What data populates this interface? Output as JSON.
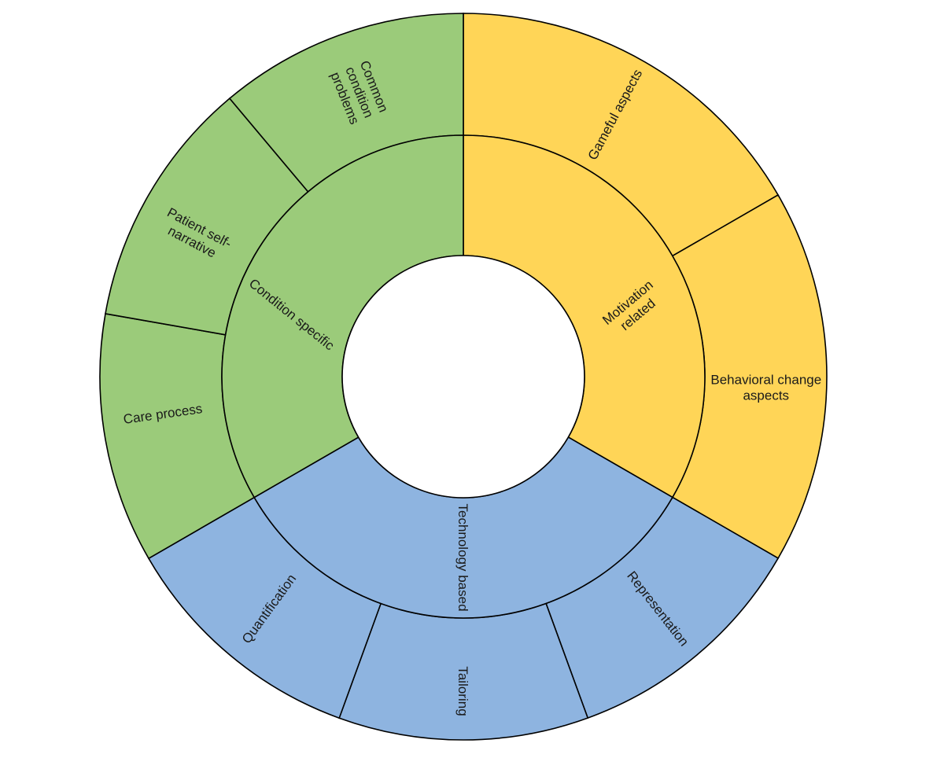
{
  "diagram": {
    "type": "sunburst",
    "center_color": "#ffffff",
    "categories": [
      {
        "id": "motivation",
        "label": [
          "Motivation",
          "related"
        ],
        "color": "#FFD557",
        "share": 0.3333,
        "children": [
          {
            "label": [
              "Gameful aspects"
            ],
            "share": 0.5
          },
          {
            "label": [
              "Behavioral change",
              "aspects"
            ],
            "share": 0.5
          }
        ]
      },
      {
        "id": "technology",
        "label": [
          "Technology based"
        ],
        "color": "#8EB4E0",
        "share": 0.3333,
        "children": [
          {
            "label": [
              "Representation"
            ],
            "share": 0.3333
          },
          {
            "label": [
              "Tailoring"
            ],
            "share": 0.3333
          },
          {
            "label": [
              "Quantification"
            ],
            "share": 0.3334
          }
        ]
      },
      {
        "id": "condition",
        "label": [
          "Condition specific"
        ],
        "color": "#9BCB7A",
        "share": 0.3334,
        "children": [
          {
            "label": [
              "Care process"
            ],
            "share": 0.3333
          },
          {
            "label": [
              "Patient self-",
              "narrative"
            ],
            "share": 0.3333
          },
          {
            "label": [
              "Common",
              "condition",
              "problems"
            ],
            "share": 0.3334
          }
        ]
      }
    ]
  }
}
